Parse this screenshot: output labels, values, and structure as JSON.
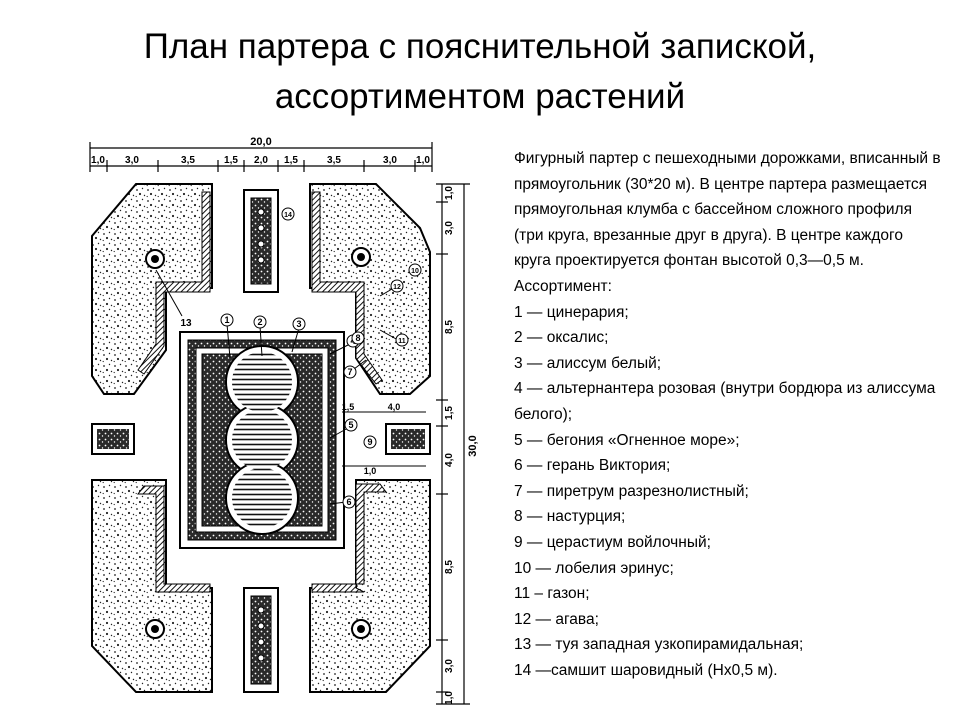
{
  "title": {
    "line1": "План партера с пояснительной запиской,",
    "line2": "ассортиментом растений"
  },
  "description": "Фигурный партер с пешеходными дорожками, вписанный в прямоугольник (30*20 м). В центре партера размещается прямоугольная клумба с бассейном сложного профиля (три круга, врезанные друг в друга). В центре каждого круга проектируется фонтан высотой 0,3—0,5 м.",
  "assortment_heading": "Ассортимент:",
  "assortment": [
    "1 — цинерария;",
    "2 — оксалис;",
    "3 — алиссум белый;",
    "4 — альтернантера розовая (внутри бордюра из алиссума белого);",
    "5 — бегония «Огненное море»;",
    "6 — герань Виктория;",
    "7 — пиретрум разрезнолистный;",
    "8 — настурция;",
    "9 — церастиум войлочный;",
    "10 — лобелия эринус;",
    "11 – газон;",
    "12 — агава;",
    "13 — туя западная узкопирамидальная;",
    "14 —самшит шаровидный (Нх0,5 м)."
  ],
  "plan": {
    "top_total": "20,0",
    "top_dims": [
      "1,0",
      "3,0",
      "3,5",
      "1,5",
      "2,0",
      "1,5",
      "3,5",
      "3,0",
      "1,0"
    ],
    "right_dims": [
      "1,0",
      "3,0",
      "8,5",
      "1,5",
      "4,0",
      "8,5",
      "3,0",
      "1,0"
    ],
    "mid_dims": [
      "1,5",
      "4,0",
      "1,0"
    ],
    "right_total": "30,0",
    "markers": [
      "1",
      "2",
      "3",
      "4",
      "5",
      "6",
      "7",
      "8",
      "9",
      "10",
      "11",
      "12",
      "13",
      "14"
    ]
  }
}
